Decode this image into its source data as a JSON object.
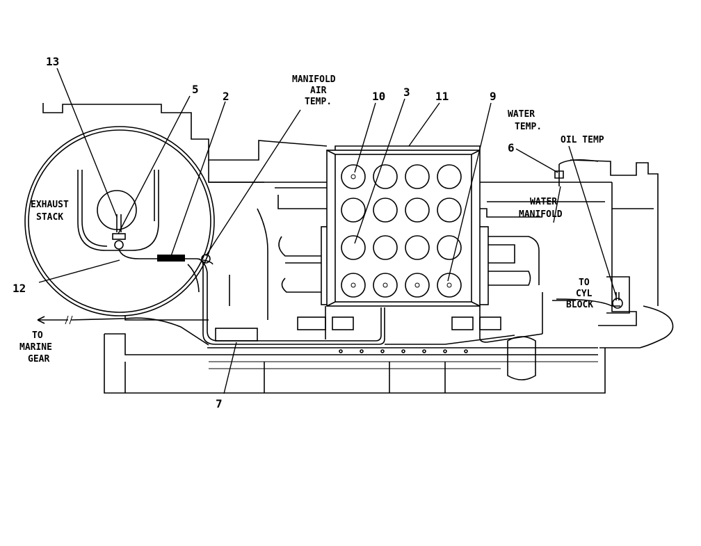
{
  "labels": {
    "exhaust_stack": [
      "EXHAUST",
      "STACK"
    ],
    "manifold_air_temp": [
      "MANIFOLD",
      "AIR",
      "TEMP."
    ],
    "water_temp": [
      "WATER",
      "TEMP."
    ],
    "oil_temp": "OIL TEMP",
    "water_manifold": [
      "WATER",
      "MANIFOLD"
    ],
    "to_cyl_block": [
      "TO",
      "CYL",
      "BLOCK"
    ],
    "to_marine_gear": [
      "TO",
      "MARINE",
      "GEAR"
    ]
  },
  "callouts": [
    "13",
    "5",
    "2",
    "10",
    "3",
    "11",
    "9",
    "6",
    "12",
    "7"
  ]
}
